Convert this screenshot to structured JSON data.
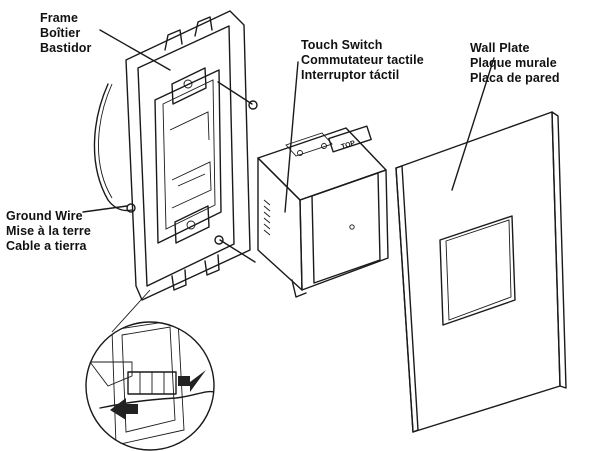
{
  "labels": {
    "frame": [
      "Frame",
      "Boîtier",
      "Bastidor"
    ],
    "switch": [
      "Touch Switch",
      "Commutateur tactile",
      "Interruptor táctil"
    ],
    "plate": [
      "Wall Plate",
      "Plaque murale",
      "Placa de pared"
    ],
    "ground": [
      "Ground Wire",
      "Mise à la terre",
      "Cable a tierra"
    ]
  },
  "top_marker": "TOP",
  "colors": {
    "line": "#1a1a1a",
    "plate_fill": "#f4f4f4",
    "arrow_fill": "#222222",
    "background": "#ffffff"
  }
}
